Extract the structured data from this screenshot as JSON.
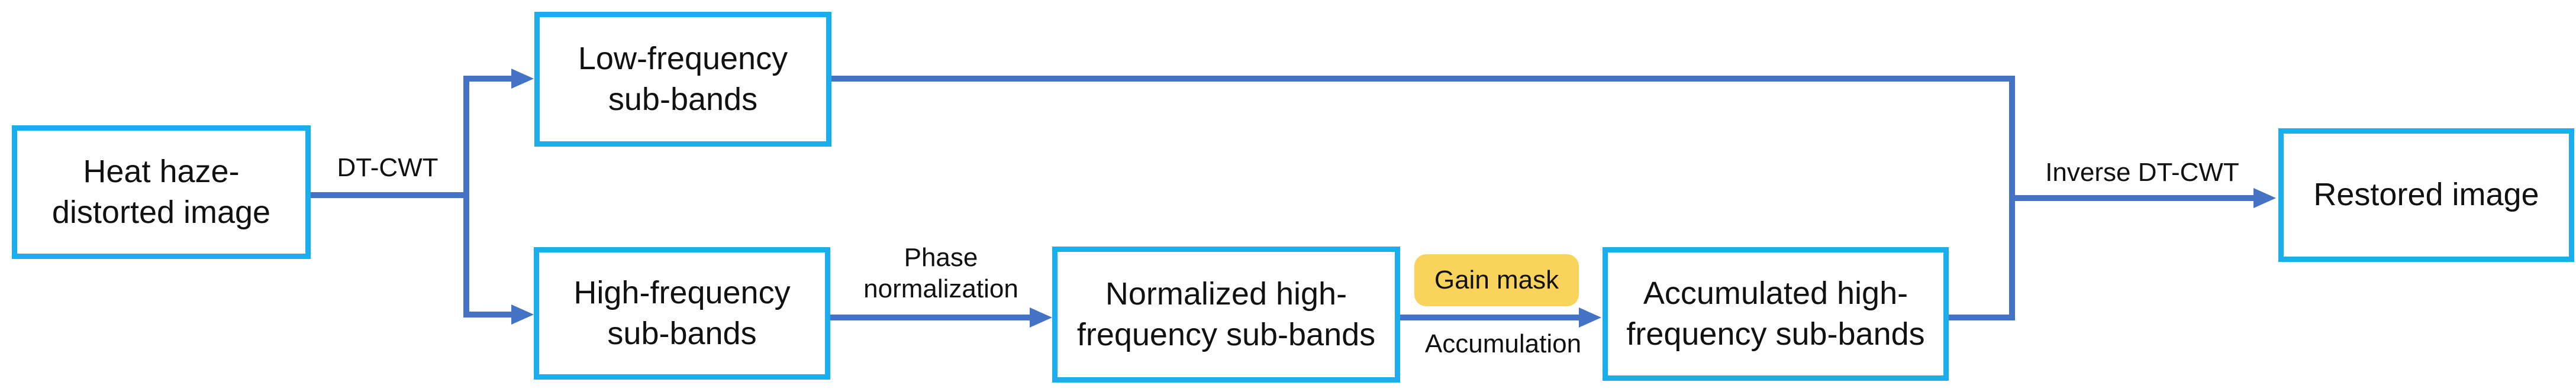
{
  "colors": {
    "node_border": "#1BAEEC",
    "connector": "#4472C4",
    "badge_background": "#F9D45C",
    "text": "#111111",
    "background": "#FFFFFF"
  },
  "nodes": {
    "input": {
      "label": "Heat haze-\ndistorted image"
    },
    "low_freq": {
      "label": "Low-frequency\nsub-bands"
    },
    "high_freq": {
      "label": "High-frequency\nsub-bands"
    },
    "normalized": {
      "label": "Normalized high-\nfrequency sub-bands"
    },
    "accumulated": {
      "label": "Accumulated high-\nfrequency sub-bands"
    },
    "restored": {
      "label": "Restored image"
    }
  },
  "edge_labels": {
    "dt_cwt": "DT-CWT",
    "phase_normalization": "Phase\nnormalization",
    "gain_mask": "Gain mask",
    "accumulation": "Accumulation",
    "inverse_dt_cwt": "Inverse DT-CWT"
  }
}
